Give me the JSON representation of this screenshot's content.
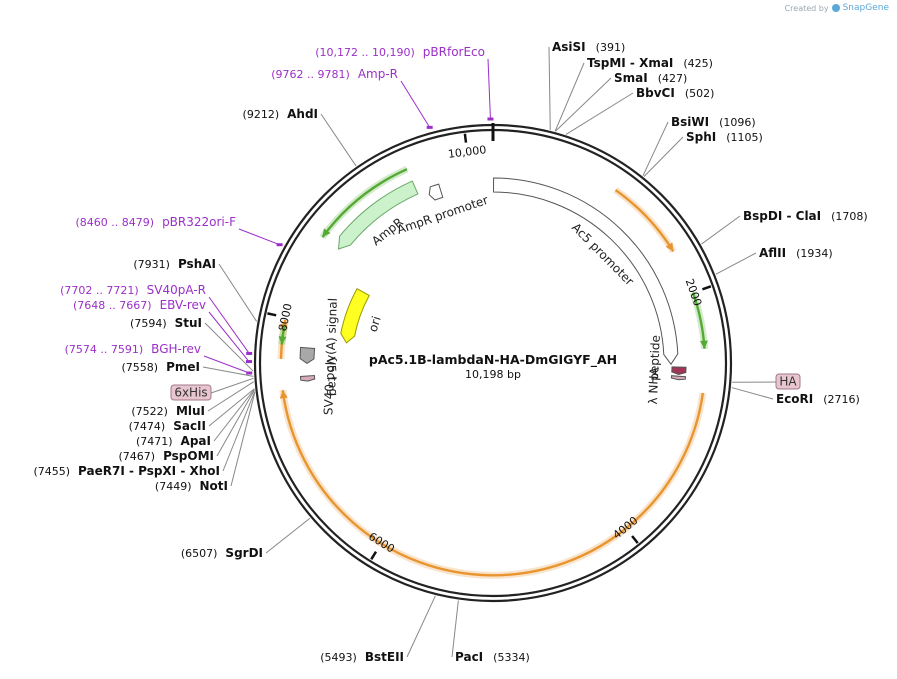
{
  "credit": {
    "created_by": "Created by",
    "brand": "SnapGene"
  },
  "plasmid": {
    "name": "pAc5.1B-lambdaN-HA-DmGIGYF_AH",
    "size_label": "10,198 bp",
    "length": 10198
  },
  "ticks": [
    {
      "pos": 2000,
      "label": "2000"
    },
    {
      "pos": 4000,
      "label": "4000"
    },
    {
      "pos": 6000,
      "label": "6000"
    },
    {
      "pos": 8000,
      "label": "8000"
    },
    {
      "pos": 10000,
      "label": "10,000"
    }
  ],
  "features": [
    {
      "name": "AmpR",
      "start": 9520,
      "end": 8680,
      "color": "#ccf2cc",
      "stroke": "#6aa86a"
    },
    {
      "name": "AmpR promoter",
      "start": 9720,
      "end": 9610,
      "color": "#ffffff",
      "stroke": "#555555"
    },
    {
      "name": "Ac5 promoter",
      "start": 5,
      "end": 2560,
      "color": "#ffffff",
      "stroke": "#555555"
    },
    {
      "name": "ori",
      "start": 8460,
      "end": 7870,
      "color": "#ffff22",
      "stroke": "#999900"
    },
    {
      "name": "SV40 poly(A) signal",
      "start": 7780,
      "end": 7645,
      "color": "#a8a8a8",
      "stroke": "#555555"
    },
    {
      "name": "V5 tag",
      "start": 7535,
      "end": 7490,
      "color": "#d8a9b8",
      "stroke": "#555555"
    },
    {
      "name": "λ N peptide",
      "start": 2585,
      "end": 2650,
      "color": "#a03558",
      "stroke": "#555555"
    },
    {
      "name": "HA",
      "start": 2665,
      "end": 2695,
      "color": "#d8a9b8",
      "stroke": "#555555"
    }
  ],
  "orfs": [
    {
      "start": 1000,
      "end": 1650,
      "color": "#e8952f"
    },
    {
      "start": 2780,
      "end": 7440,
      "color": "#e8952f"
    },
    {
      "start": 7680,
      "end": 7980,
      "color": "#e8952f"
    },
    {
      "start": 2000,
      "end": 2440,
      "color": "#55aa33"
    },
    {
      "start": 9520,
      "end": 8680,
      "color": "#55aa33"
    },
    {
      "start": 7930,
      "end": 7790,
      "color": "#55aa33"
    }
  ],
  "sites": [
    {
      "name": "AsiSI",
      "pos_label": "(391)",
      "pos": 391
    },
    {
      "name": "TspMI - XmaI",
      "pos_label": "(425)",
      "pos": 425
    },
    {
      "name": "SmaI",
      "pos_label": "(427)",
      "pos": 427
    },
    {
      "name": "BbvCI",
      "pos_label": "(502)",
      "pos": 502
    },
    {
      "name": "BsiWI",
      "pos_label": "(1096)",
      "pos": 1096
    },
    {
      "name": "SphI",
      "pos_label": "(1105)",
      "pos": 1105
    },
    {
      "name": "BspDI - ClaI",
      "pos_label": "(1708)",
      "pos": 1708
    },
    {
      "name": "AflII",
      "pos_label": "(1934)",
      "pos": 1934
    },
    {
      "name": "EcoRI",
      "pos_label": "(2716)",
      "pos": 2716
    },
    {
      "name": "PacI",
      "pos_label": "(5334)",
      "pos": 5334
    },
    {
      "name": "BstEII",
      "pos_label": "(5493)",
      "pos": 5493
    },
    {
      "name": "SgrDI",
      "pos_label": "(6507)",
      "pos": 6507
    },
    {
      "name": "NotI",
      "pos_label": "(7449)",
      "pos": 7449
    },
    {
      "name": "PaeR7I - PspXI - XhoI",
      "pos_label": "(7455)",
      "pos": 7455
    },
    {
      "name": "PspOMI",
      "pos_label": "(7467)",
      "pos": 7467
    },
    {
      "name": "ApaI",
      "pos_label": "(7471)",
      "pos": 7471
    },
    {
      "name": "SacII",
      "pos_label": "(7474)",
      "pos": 7474
    },
    {
      "name": "MluI",
      "pos_label": "(7522)",
      "pos": 7522
    },
    {
      "name": "PmeI",
      "pos_label": "(7558)",
      "pos": 7558
    },
    {
      "name": "StuI",
      "pos_label": "(7594)",
      "pos": 7594
    },
    {
      "name": "PshAI",
      "pos_label": "(7931)",
      "pos": 7931
    },
    {
      "name": "AhdI",
      "pos_label": "(9212)",
      "pos": 9212
    }
  ],
  "primers": [
    {
      "name": "pBRforEco",
      "range": "(10,172 .. 10,190)",
      "pos": 10181
    },
    {
      "name": "Amp-R",
      "range": "(9762 .. 9781)",
      "pos": 9772
    },
    {
      "name": "pBR322ori-F",
      "range": "(8460 .. 8479)",
      "pos": 8470
    },
    {
      "name": "SV40pA-R",
      "range": "(7702 .. 7721)",
      "pos": 7712
    },
    {
      "name": "EBV-rev",
      "range": "(7648 .. 7667)",
      "pos": 7658
    },
    {
      "name": "BGH-rev",
      "range": "(7574 .. 7591)",
      "pos": 7582
    }
  ],
  "tags": [
    {
      "name": "6xHis",
      "pos": 7545
    }
  ]
}
